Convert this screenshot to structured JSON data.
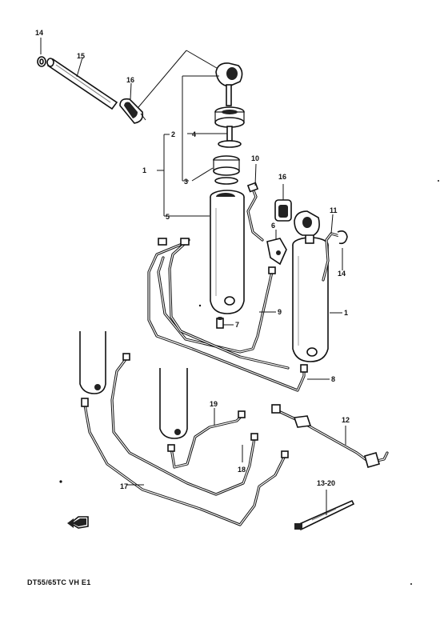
{
  "caption": "DT55/65TC VH E1",
  "callouts": {
    "c1a": "1",
    "c1b": "1",
    "c2": "2",
    "c3": "3",
    "c4": "4",
    "c5": "5",
    "c6": "6",
    "c7": "7",
    "c8": "8",
    "c9": "9",
    "c10": "10",
    "c11": "11",
    "c12": "12",
    "c13": "13-20",
    "c14a": "14",
    "c14b": "14",
    "c15": "15",
    "c16a": "16",
    "c16b": "16",
    "c17": "17",
    "c18": "18",
    "c19": "19"
  }
}
